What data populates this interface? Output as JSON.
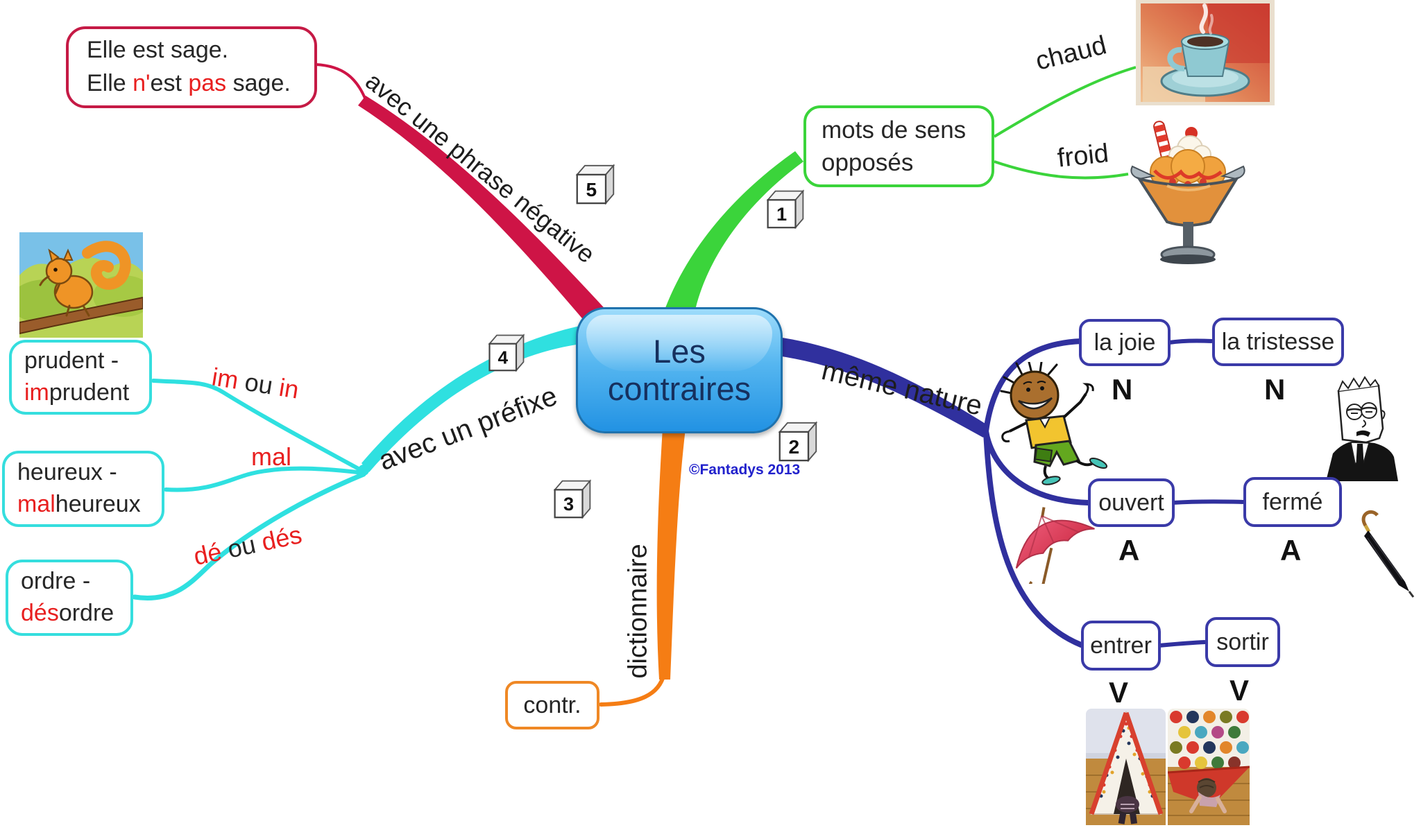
{
  "center": {
    "line1": "Les",
    "line2": "contraires"
  },
  "copyright": "©Fantadys 2013",
  "colors": {
    "branch_negative": "#ce1446",
    "branch_sens_opposes": "#3bd43b",
    "branch_meme_nature": "#30309e",
    "branch_prefixe": "#2fe0e0",
    "branch_dictionnaire": "#f57d14",
    "center_fill": "#2e9fe6",
    "red_text": "#e81f1f",
    "copyright_blue": "#2222cc"
  },
  "branch1": {
    "cube": "1",
    "box_line1": "mots de sens",
    "box_line2": "opposés",
    "chaud": "chaud",
    "froid": "froid"
  },
  "branch2": {
    "cube": "2",
    "label": "même nature",
    "row1": {
      "left": "la joie",
      "right": "la tristesse",
      "tag_left": "N",
      "tag_right": "N"
    },
    "row2": {
      "left": "ouvert",
      "right": "fermé",
      "tag_left": "A",
      "tag_right": "A"
    },
    "row3": {
      "left": "entrer",
      "right": "sortir",
      "tag_left": "V",
      "tag_right": "V"
    }
  },
  "branch3": {
    "cube": "3",
    "label": "dictionnaire",
    "node": "contr."
  },
  "branch4": {
    "cube": "4",
    "label": "avec un préfixe",
    "im": {
      "label": [
        {
          "t": "im",
          "c": "r"
        },
        {
          "t": " ou ",
          "c": "k"
        },
        {
          "t": "in",
          "c": "r"
        }
      ],
      "line1": "prudent -",
      "line2": [
        {
          "t": "im",
          "c": "r"
        },
        {
          "t": "prudent",
          "c": "k"
        }
      ]
    },
    "mal": {
      "label": [
        {
          "t": "mal",
          "c": "r"
        }
      ],
      "line1": "heureux -",
      "line2": [
        {
          "t": "mal",
          "c": "r"
        },
        {
          "t": "heureux",
          "c": "k"
        }
      ]
    },
    "de": {
      "label": [
        {
          "t": "dé",
          "c": "r"
        },
        {
          "t": " ou ",
          "c": "k"
        },
        {
          "t": "dés",
          "c": "r"
        }
      ],
      "line1": "ordre -",
      "line2": [
        {
          "t": "dés",
          "c": "r"
        },
        {
          "t": "ordre",
          "c": "k"
        }
      ]
    }
  },
  "branch5": {
    "cube": "5",
    "label": "avec une phrase négative",
    "line1": "Elle est sage.",
    "line2": [
      {
        "t": "Elle ",
        "c": "k"
      },
      {
        "t": "n'",
        "c": "r"
      },
      {
        "t": "est ",
        "c": "k"
      },
      {
        "t": "pas",
        "c": "r"
      },
      {
        "t": " sage.",
        "c": "k"
      }
    ]
  }
}
